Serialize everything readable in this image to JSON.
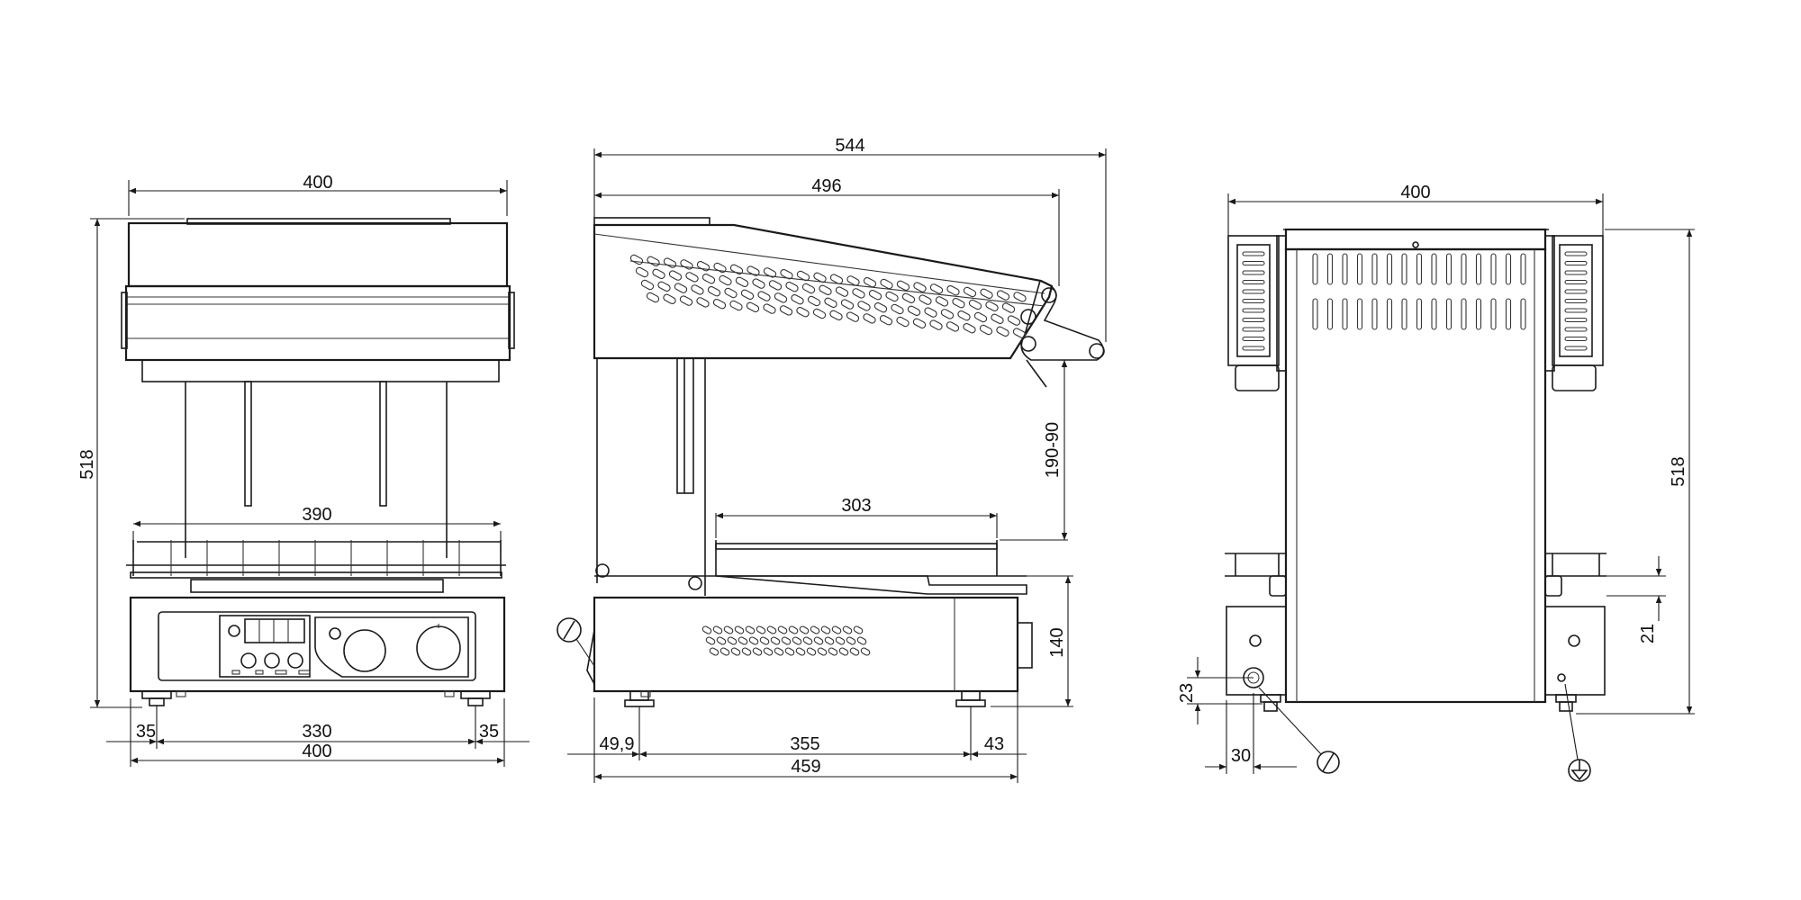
{
  "front_view": {
    "dimensions": {
      "top_width": "400",
      "height": "518",
      "grid_width": "390",
      "foot_left": "35",
      "foot_span": "330",
      "foot_right": "35",
      "base_width": "400"
    }
  },
  "side_view": {
    "dimensions": {
      "overall_depth": "544",
      "hood_depth": "496",
      "lift_range": "190-90",
      "grid_depth": "303",
      "base_height": "140",
      "front_offset": "49,9",
      "foot_span": "355",
      "rear_offset": "43",
      "base_depth": "459"
    }
  },
  "rear_view": {
    "dimensions": {
      "width": "400",
      "height": "518",
      "connection_height": "23",
      "connection_offset": "30",
      "grid_level": "21"
    },
    "symbols": [
      "power-cable-symbol",
      "ground-symbol"
    ]
  }
}
